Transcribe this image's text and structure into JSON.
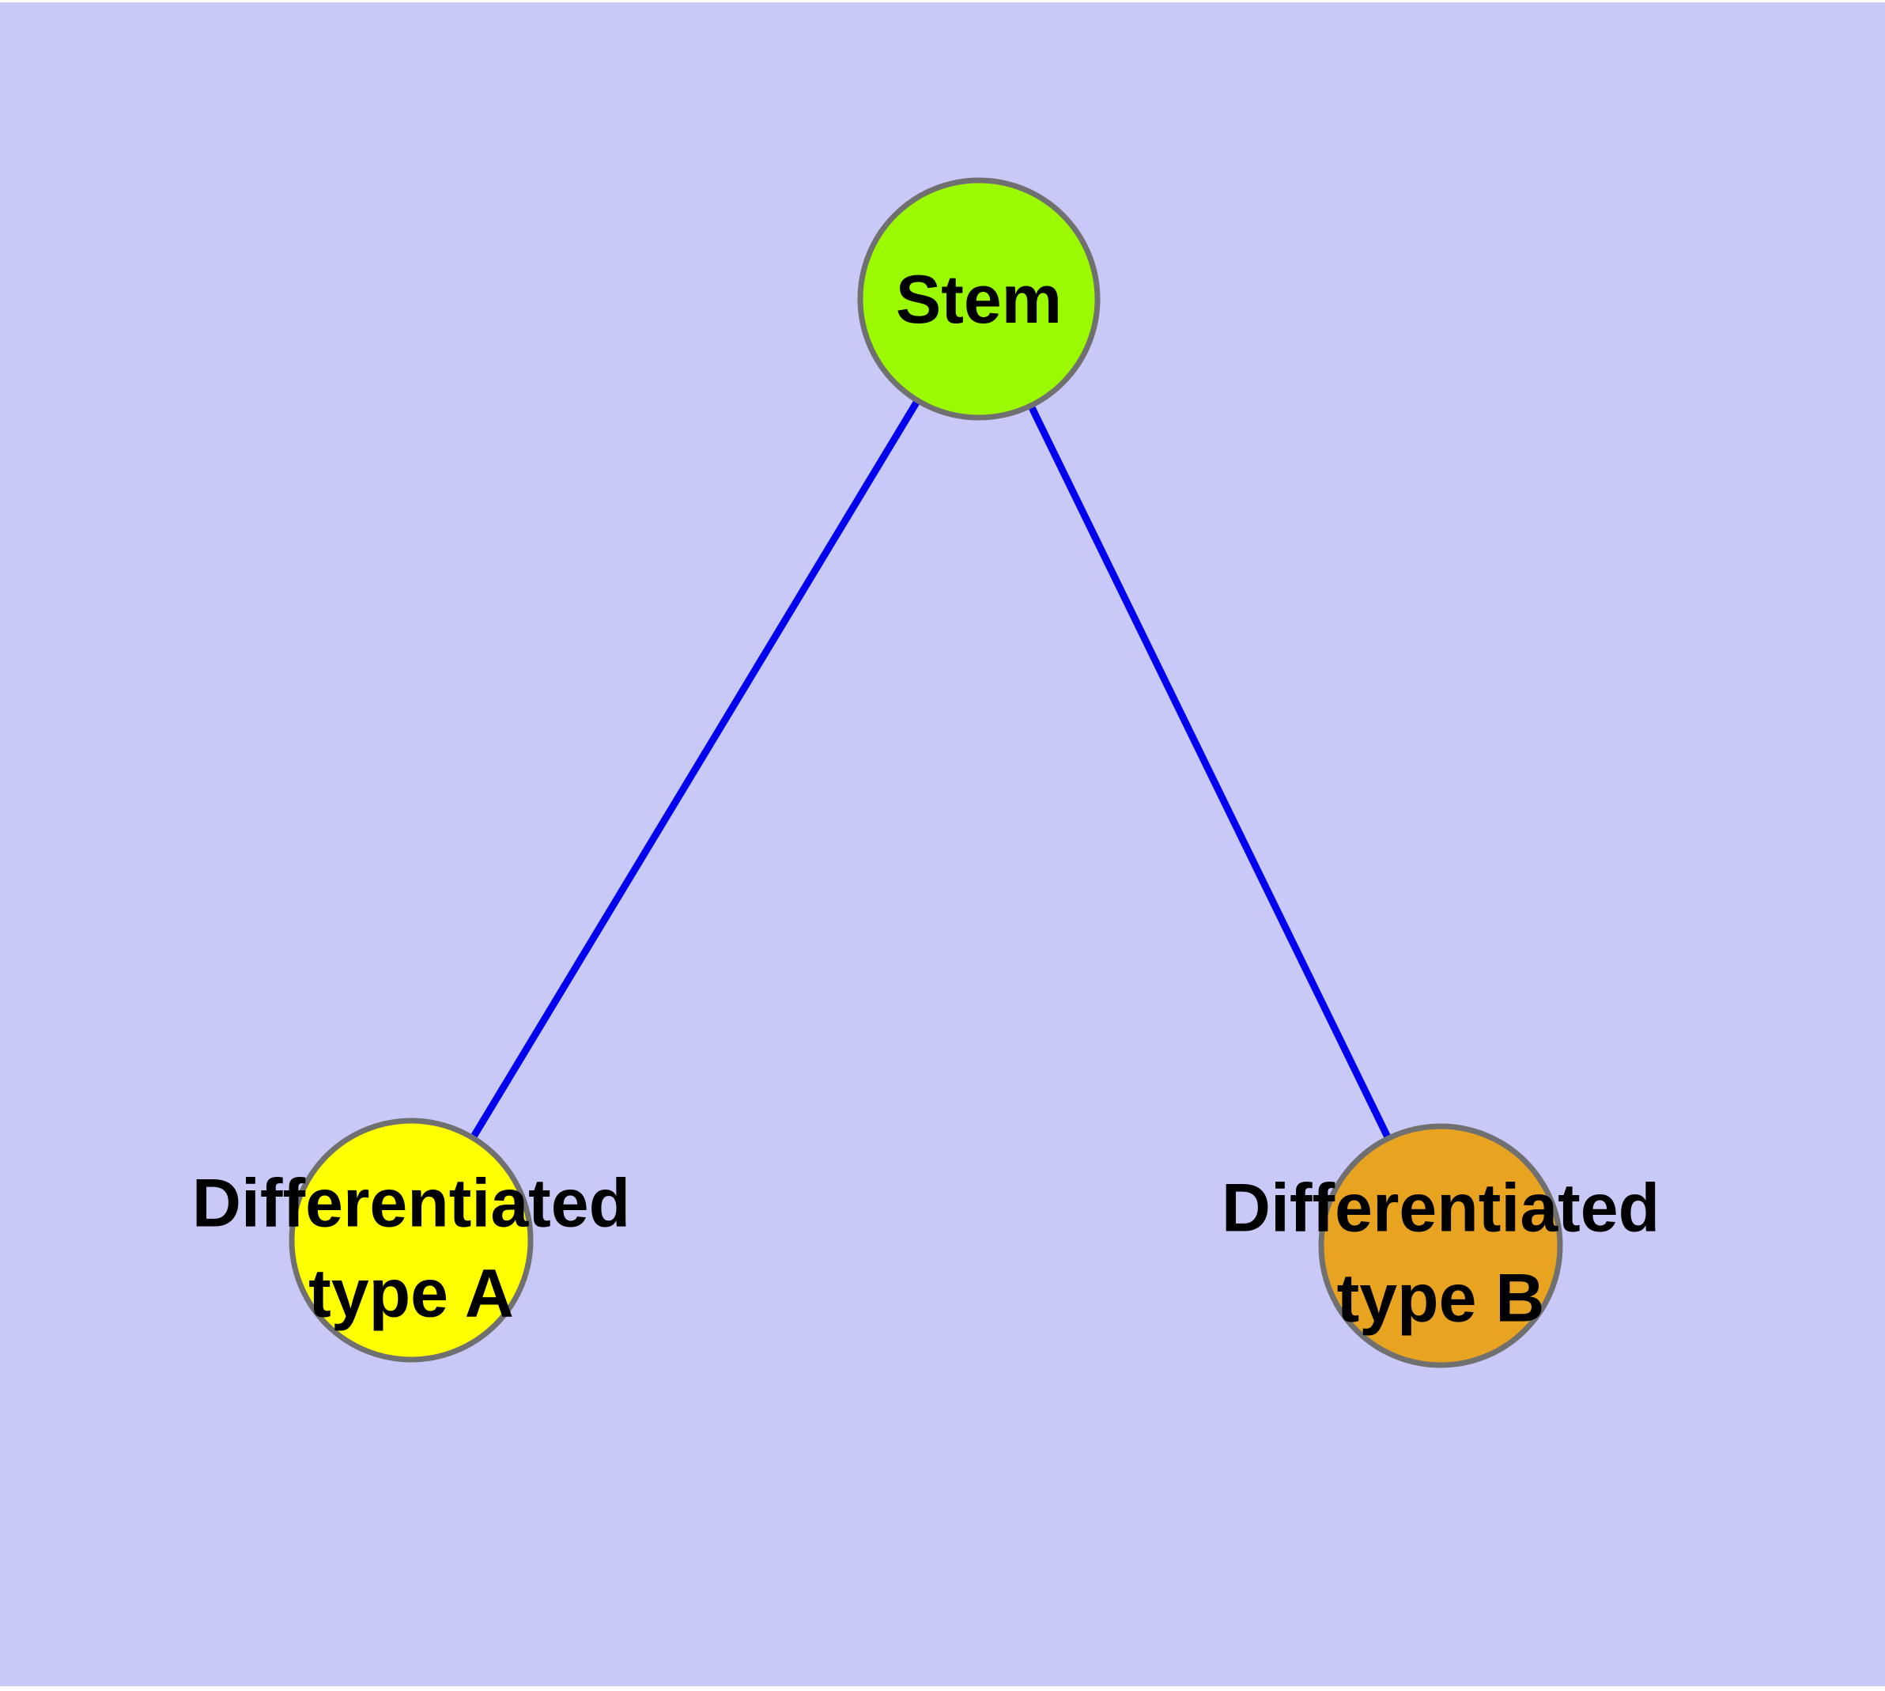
{
  "diagram": {
    "background_color": "#C9C9F7",
    "page_color": "#FFFFFF",
    "text_color": "#000000",
    "nodes": [
      {
        "id": "stem",
        "label": "Stem",
        "fill": "#9BFA00",
        "border": "#707070"
      },
      {
        "id": "differentiated-type-a",
        "label": "Differentiated\ntype A",
        "fill": "#FFFF00",
        "border": "#707070"
      },
      {
        "id": "differentiated-type-b",
        "label": "Differentiated\ntype B",
        "fill": "#E8A321",
        "border": "#707070"
      }
    ],
    "edges": [
      {
        "from": "stem",
        "to": "differentiated-type-a",
        "color": "#0000EE"
      },
      {
        "from": "stem",
        "to": "differentiated-type-b",
        "color": "#0000EE"
      }
    ]
  }
}
